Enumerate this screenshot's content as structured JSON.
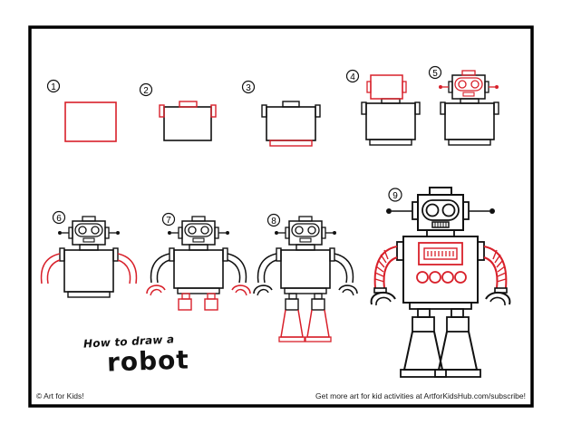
{
  "page": {
    "title_line1": "How to draw a",
    "title_line2": "robot",
    "footer_left": "© Art for Kids!",
    "footer_right": "Get more art for kid activities at ArtforKidsHub.com/subscribe!"
  },
  "steps": [
    {
      "number": "1"
    },
    {
      "number": "2"
    },
    {
      "number": "3"
    },
    {
      "number": "4"
    },
    {
      "number": "5"
    },
    {
      "number": "6"
    },
    {
      "number": "7"
    },
    {
      "number": "8"
    },
    {
      "number": "9"
    }
  ],
  "colors": {
    "ink": "#111111",
    "new_step": "#d8202a",
    "frame": "#000000",
    "paper": "#ffffff"
  }
}
